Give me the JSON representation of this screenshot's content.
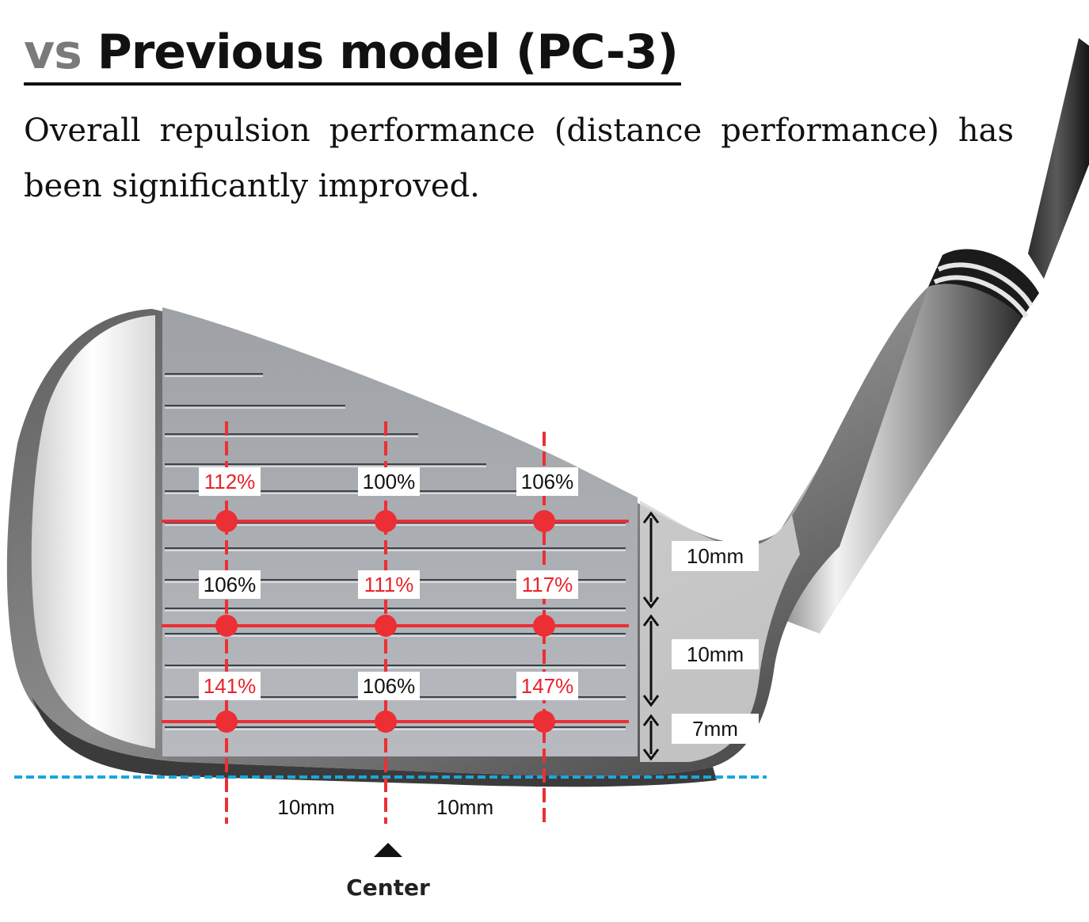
{
  "header": {
    "prefix": "vs",
    "title": "Previous model (PC-3)",
    "subtitle": "Overall repulsion performance (distance performance) has been significantly improved."
  },
  "grid": {
    "rows": [
      [
        {
          "value": "112%",
          "highlight": true
        },
        {
          "value": "100%",
          "highlight": false
        },
        {
          "value": "106%",
          "highlight": false
        }
      ],
      [
        {
          "value": "106%",
          "highlight": false
        },
        {
          "value": "111%",
          "highlight": true
        },
        {
          "value": "117%",
          "highlight": true
        }
      ],
      [
        {
          "value": "141%",
          "highlight": true
        },
        {
          "value": "106%",
          "highlight": false
        },
        {
          "value": "147%",
          "highlight": true
        }
      ]
    ]
  },
  "vertical_spacing": [
    "10mm",
    "10mm",
    "7mm"
  ],
  "horizontal_spacing": [
    "10mm",
    "10mm"
  ],
  "center_label": "Center",
  "colors": {
    "highlight": "#e8222b",
    "normal_text": "#111111",
    "grid_line": "#ec2f35",
    "ground_line": "#1aa7de",
    "title_prefix": "#7a7a7a"
  }
}
